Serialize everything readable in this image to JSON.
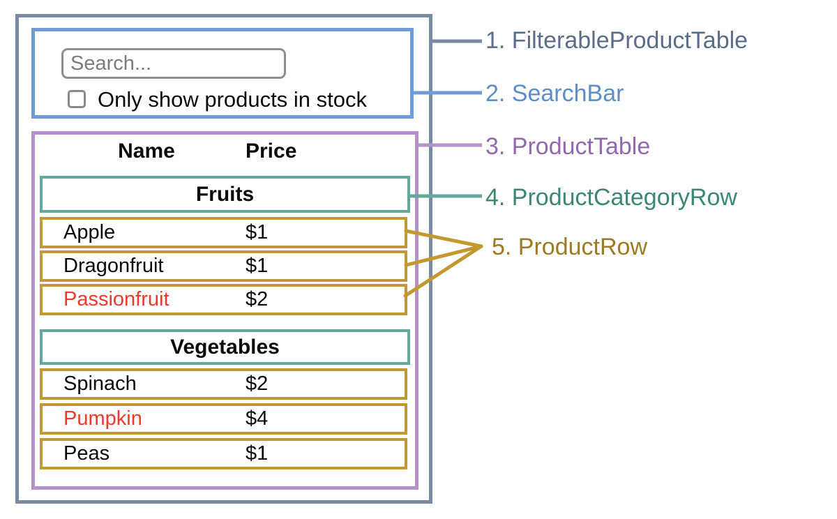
{
  "colors": {
    "slate": "#7b8aa3",
    "blue": "#6f9cd6",
    "purple": "#b491cd",
    "teal": "#62a89b",
    "gold": "#c3992f",
    "red": "#f1392b",
    "slate-text": "#5b6d88",
    "blue-text": "#5c8ec9",
    "purple-text": "#9468b0",
    "teal-text": "#3c8678",
    "gold-text": "#9e7b22"
  },
  "diagram": {
    "search_bar": {
      "input_placeholder": "Search...",
      "checkbox_label": "Only show products in stock",
      "checkbox_checked": false
    },
    "table": {
      "columns": [
        "Name",
        "Price"
      ],
      "sections": [
        {
          "category": "Fruits",
          "rows": [
            {
              "name": "Apple",
              "price": "$1",
              "out_of_stock": false
            },
            {
              "name": "Dragonfruit",
              "price": "$1",
              "out_of_stock": false
            },
            {
              "name": "Passionfruit",
              "price": "$2",
              "out_of_stock": true
            }
          ]
        },
        {
          "category": "Vegetables",
          "rows": [
            {
              "name": "Spinach",
              "price": "$2",
              "out_of_stock": false
            },
            {
              "name": "Pumpkin",
              "price": "$4",
              "out_of_stock": true
            },
            {
              "name": "Peas",
              "price": "$1",
              "out_of_stock": false
            }
          ]
        }
      ]
    },
    "legend": [
      {
        "text": "1. FilterableProductTable"
      },
      {
        "text": "2. SearchBar"
      },
      {
        "text": "3. ProductTable"
      },
      {
        "text": "4. ProductCategoryRow"
      },
      {
        "text": "5. ProductRow"
      }
    ]
  }
}
